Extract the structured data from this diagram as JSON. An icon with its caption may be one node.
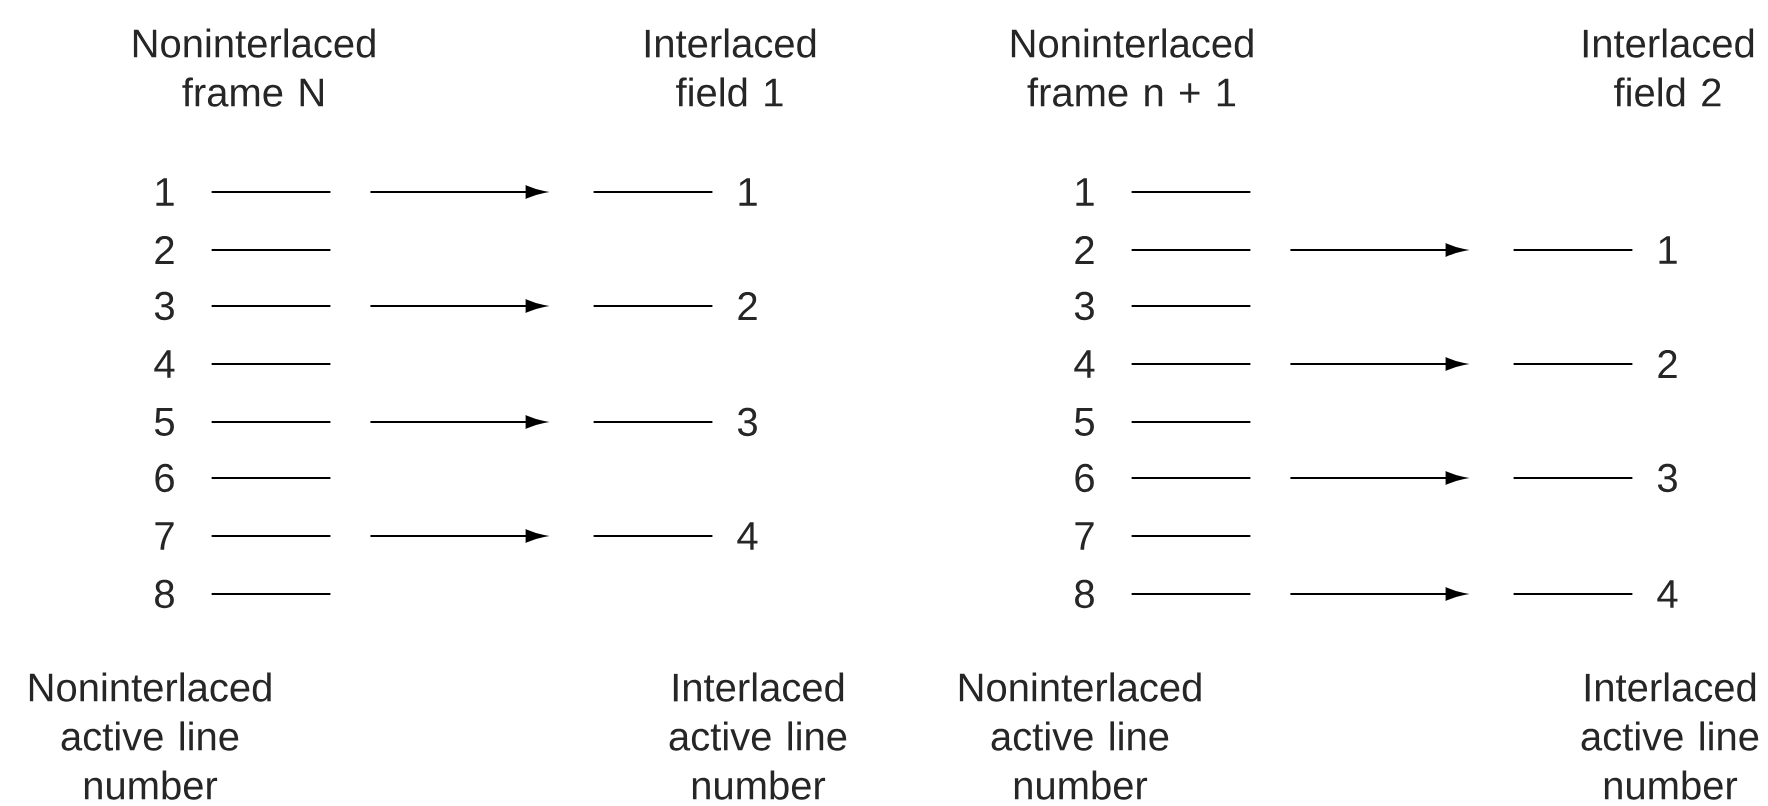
{
  "diagram": {
    "nodes": [
      {
        "text": [],
        "shape": "line",
        "beside": [
          "1"
        ]
      },
      {
        "text": [],
        "shape": "line",
        "beside": [
          "2"
        ]
      },
      {
        "text": [],
        "shape": "line",
        "beside": [
          "3"
        ]
      },
      {
        "text": [],
        "shape": "line",
        "beside": [
          "4"
        ]
      },
      {
        "text": [],
        "shape": "line",
        "beside": [
          "5"
        ]
      },
      {
        "text": [],
        "shape": "line",
        "beside": [
          "6"
        ]
      },
      {
        "text": [],
        "shape": "line",
        "beside": [
          "7"
        ]
      },
      {
        "text": [],
        "shape": "line",
        "beside": [
          "8"
        ]
      },
      {
        "text": [],
        "shape": "line",
        "beside": [
          "1"
        ]
      },
      {
        "text": [],
        "shape": "line",
        "beside": [
          "2"
        ]
      },
      {
        "text": [],
        "shape": "line",
        "beside": [
          "3"
        ]
      },
      {
        "text": [],
        "shape": "line",
        "beside": [
          "4"
        ]
      },
      {
        "text": [],
        "shape": "line",
        "beside": [
          "1"
        ]
      },
      {
        "text": [],
        "shape": "line",
        "beside": [
          "2"
        ]
      },
      {
        "text": [],
        "shape": "line",
        "beside": [
          "3"
        ]
      },
      {
        "text": [],
        "shape": "line",
        "beside": [
          "4"
        ]
      },
      {
        "text": [],
        "shape": "line",
        "beside": [
          "5"
        ]
      },
      {
        "text": [],
        "shape": "line",
        "beside": [
          "6"
        ]
      },
      {
        "text": [],
        "shape": "line",
        "beside": [
          "7"
        ]
      },
      {
        "text": [],
        "shape": "line",
        "beside": [
          "8"
        ]
      },
      {
        "text": [],
        "shape": "line",
        "beside": [
          "1"
        ]
      },
      {
        "text": [],
        "shape": "line",
        "beside": [
          "2"
        ]
      },
      {
        "text": [],
        "shape": "line",
        "beside": [
          "3"
        ]
      },
      {
        "text": [],
        "shape": "line",
        "beside": [
          "4"
        ]
      }
    ],
    "edges": [
      {
        "from": 0,
        "to": 8,
        "arrow": "to"
      },
      {
        "from": 2,
        "to": 9,
        "arrow": "to"
      },
      {
        "from": 4,
        "to": 10,
        "arrow": "to"
      },
      {
        "from": 6,
        "to": 11,
        "arrow": "to"
      },
      {
        "from": 13,
        "to": 20,
        "arrow": "to"
      },
      {
        "from": 15,
        "to": 21,
        "arrow": "to"
      },
      {
        "from": 17,
        "to": 22,
        "arrow": "to"
      },
      {
        "from": 19,
        "to": 23,
        "arrow": "to"
      }
    ],
    "labels": [
      "Noninterlaced frame N",
      "Interlaced field 1",
      "Noninterlaced frame n + 1",
      "Interlaced field 2",
      "Noninterlaced active line number",
      "Interlaced active line number",
      "Noninterlaced active line number",
      "Interlaced active line number"
    ]
  }
}
